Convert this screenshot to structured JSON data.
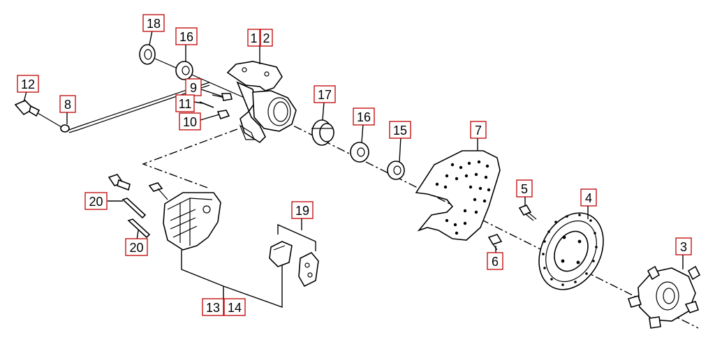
{
  "callouts": {
    "c1": "1",
    "c2": "2",
    "c3": "3",
    "c4": "4",
    "c5": "5",
    "c6": "6",
    "c7": "7",
    "c8": "8",
    "c9": "9",
    "c10": "10",
    "c11": "11",
    "c12": "12",
    "c13": "13",
    "c14": "14",
    "c15": "15",
    "c16a": "16",
    "c16b": "16",
    "c17": "17",
    "c18": "18",
    "c19": "19",
    "c20a": "20",
    "c20b": "20"
  }
}
